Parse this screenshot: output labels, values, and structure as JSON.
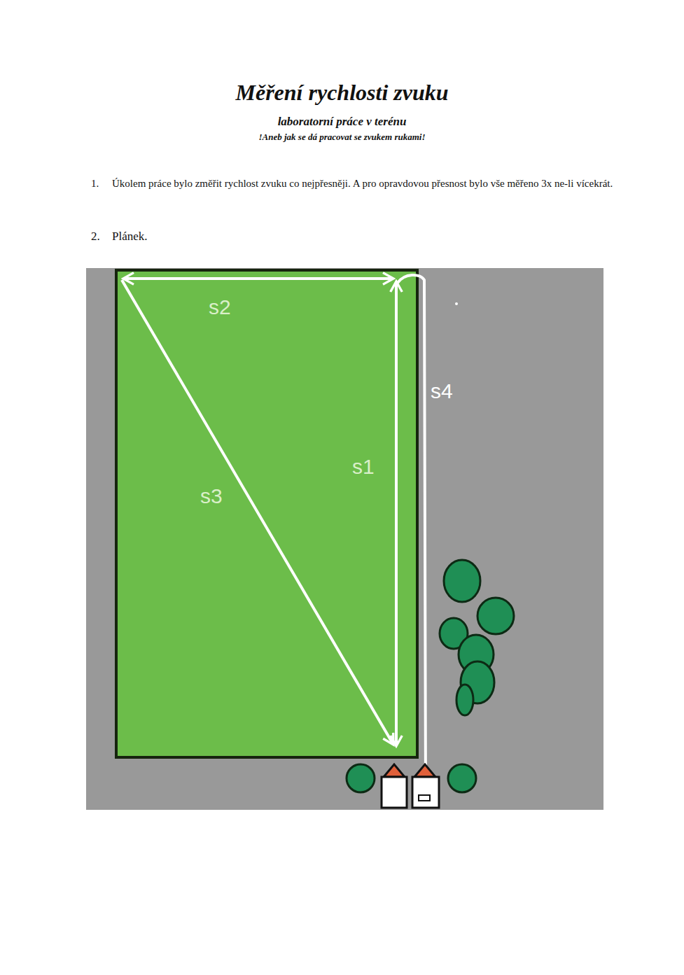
{
  "diagram": {
    "title": "Měření rychlosti zvuku",
    "labels": [
      "laboratorní práce v terénu",
      "!Aneb jak se dá pracovat se zvukem rukami!",
      "1.",
      "Úkolem práce bylo změřit rychlost zvuku co nejpřesněji. A pro opravdovou přesnost bylo vše měřeno 3x ne-li vícekrát.",
      "2.",
      "Plánek.",
      "s2",
      "s4",
      "s1",
      "s3"
    ]
  }
}
